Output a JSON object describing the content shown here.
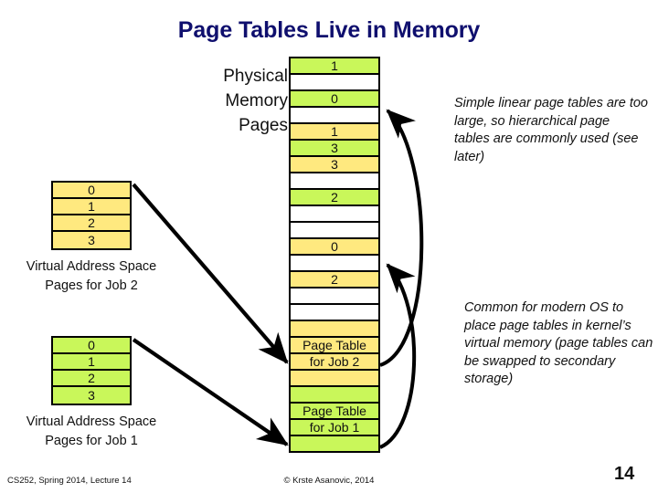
{
  "slide": {
    "title": "Page Tables Live in Memory",
    "page_number": "14"
  },
  "physical_memory": {
    "label_line1": "Physical",
    "label_line2": "Memory",
    "label_line3": "Pages",
    "cells": [
      {
        "value": "1",
        "color": "green"
      },
      {
        "value": "",
        "color": "white"
      },
      {
        "value": "0",
        "color": "green"
      },
      {
        "value": "",
        "color": "white"
      },
      {
        "value": "1",
        "color": "yellow"
      },
      {
        "value": "3",
        "color": "green"
      },
      {
        "value": "3",
        "color": "yellow"
      },
      {
        "value": "",
        "color": "white"
      },
      {
        "value": "2",
        "color": "green"
      },
      {
        "value": "",
        "color": "white"
      },
      {
        "value": "",
        "color": "white"
      },
      {
        "value": "0",
        "color": "yellow"
      },
      {
        "value": "",
        "color": "white"
      },
      {
        "value": "2",
        "color": "yellow"
      },
      {
        "value": "",
        "color": "white"
      },
      {
        "value": "",
        "color": "white"
      },
      {
        "value": "",
        "color": "yellow"
      },
      {
        "value": "Page Table",
        "color": "yellow"
      },
      {
        "value": "for Job 2",
        "color": "yellow"
      },
      {
        "value": "",
        "color": "yellow"
      },
      {
        "value": "",
        "color": "green"
      },
      {
        "value": "Page Table",
        "color": "green"
      },
      {
        "value": "for Job 1",
        "color": "green"
      },
      {
        "value": "",
        "color": "green"
      }
    ]
  },
  "job2": {
    "pages": [
      "0",
      "1",
      "2",
      "3"
    ],
    "caption_line1": "Virtual Address Space",
    "caption_line2": "Pages for Job 2"
  },
  "job1": {
    "pages": [
      "0",
      "1",
      "2",
      "3"
    ],
    "caption_line1": "Virtual Address Space",
    "caption_line2": "Pages for Job 1"
  },
  "notes": {
    "note_1": "Simple linear page tables are too large, so hierarchical page tables are commonly used (see later)",
    "note_2": "Common for modern OS to place page tables in kernel’s virtual memory (page tables can be swapped to secondary storage)"
  },
  "footer": {
    "left": "CS252, Spring 2014, Lecture 14",
    "center": "© Krste Asanovic, 2014"
  },
  "colors": {
    "title": "#0f0f6e",
    "job2_fill": "#ffe97f",
    "job1_fill": "#c9f75a",
    "outline": "#000000"
  }
}
